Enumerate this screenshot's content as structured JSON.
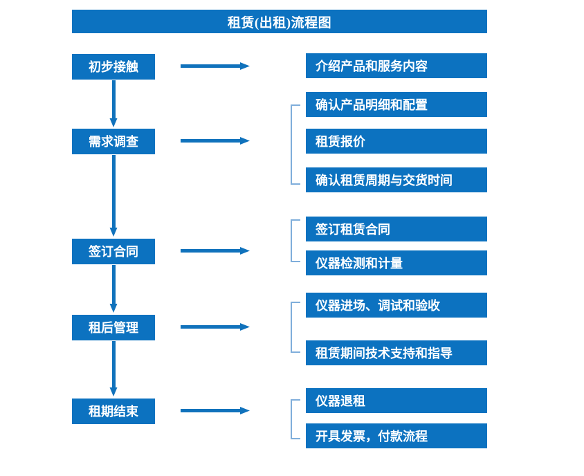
{
  "diagram": {
    "title": "租赁(出租)流程图",
    "accent_color": "#0C72C0",
    "bracket_color": "#7FAEDB",
    "text_color": "#FFFFFF",
    "background_color": "#FFFFFF"
  },
  "stages": [
    {
      "id": "stage-1",
      "label": "初步接触",
      "details": [
        "介绍产品和服务内容"
      ],
      "bracketed": false
    },
    {
      "id": "stage-2",
      "label": "需求调查",
      "details": [
        "确认产品明细和配置",
        "租赁报价",
        "确认租赁周期与交货时间"
      ],
      "bracketed": true
    },
    {
      "id": "stage-3",
      "label": "签订合同",
      "details": [
        "签订租赁合同",
        "仪器检测和计量"
      ],
      "bracketed": true
    },
    {
      "id": "stage-4",
      "label": "租后管理",
      "details": [
        "仪器进场、调试和验收",
        "租赁期间技术支持和指导"
      ],
      "bracketed": true
    },
    {
      "id": "stage-5",
      "label": "租期结束",
      "details": [
        "仪器退租",
        "开具发票，付款流程"
      ],
      "bracketed": true
    }
  ],
  "detail_boxes": {
    "d1": "介绍产品和服务内容",
    "d2": "确认产品明细和配置",
    "d3": "租赁报价",
    "d4": "确认租赁周期与交货时间",
    "d5": "签订租赁合同",
    "d6": "仪器检测和计量",
    "d7": "仪器进场、调试和验收",
    "d8": "租赁期间技术支持和指导",
    "d9": "仪器退租",
    "d10": "开具发票，付款流程"
  }
}
